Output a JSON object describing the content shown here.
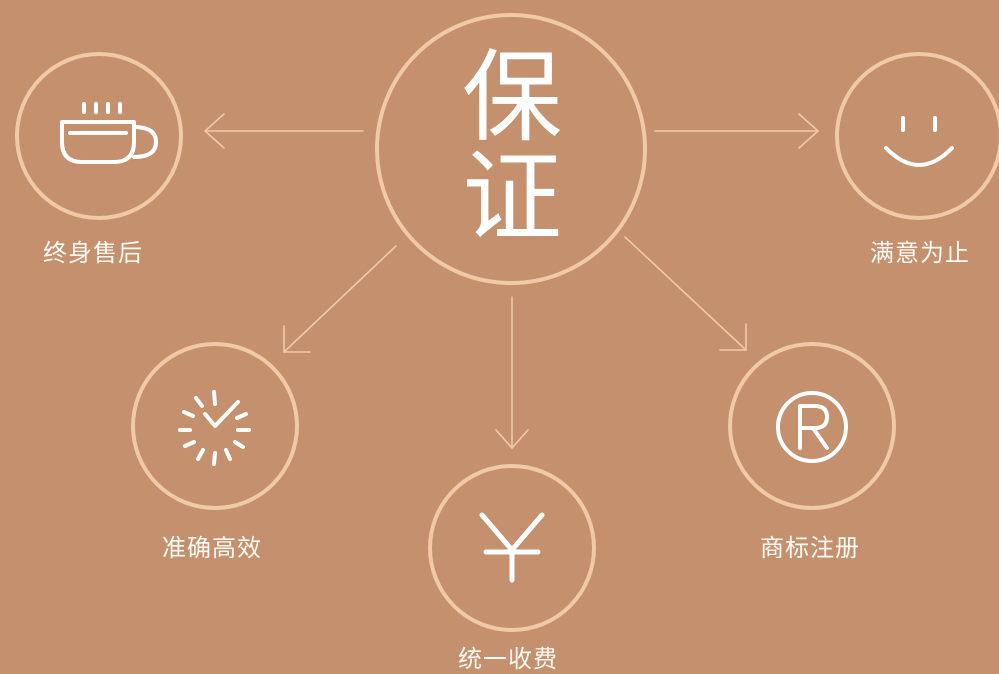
{
  "center": {
    "line1": "保",
    "line2": "证"
  },
  "features": [
    {
      "id": "lifetime",
      "icon": "coffee-cup-icon",
      "label": "终身售后"
    },
    {
      "id": "satisfaction",
      "icon": "smiley-face-icon",
      "label": "满意为止"
    },
    {
      "id": "accurate",
      "icon": "clock-burst-icon",
      "label": "准确高效"
    },
    {
      "id": "fee",
      "icon": "yen-icon",
      "label": "统一收费"
    },
    {
      "id": "trademark",
      "icon": "registered-trademark-icon",
      "label": "商标注册"
    }
  ],
  "colors": {
    "background": "#c4906d",
    "ring": "#f0c9a7",
    "icon": "#ffffff",
    "text": "#fffaf3"
  }
}
